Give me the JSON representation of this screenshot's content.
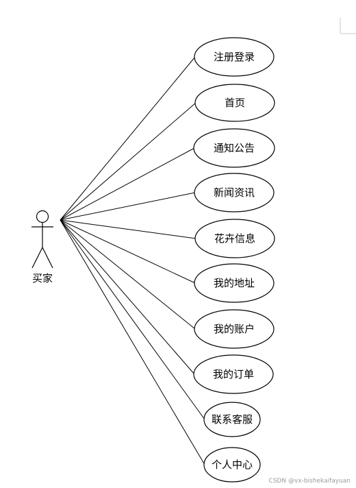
{
  "actor": {
    "label": "买家"
  },
  "use_cases": [
    "注册登录",
    "首页",
    "通知公告",
    "新闻资讯",
    "花卉信息",
    "我的地址",
    "我的账户",
    "我的订单",
    "联系客服",
    "个人中心"
  ],
  "watermark": "CSDN @vx-bishekaifayuan"
}
